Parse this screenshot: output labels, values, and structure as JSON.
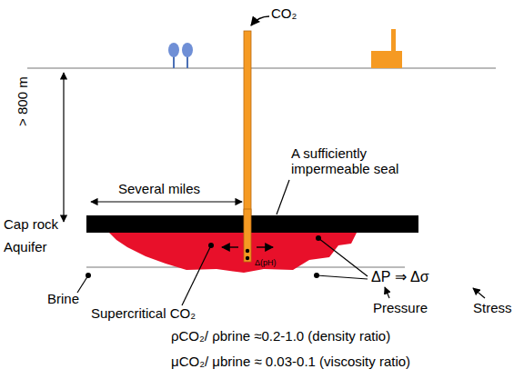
{
  "diagram": {
    "labels": [
      "CO₂",
      "> 800 m",
      "A sufficiently impermeable seal",
      "Several miles",
      "Cap rock",
      "Aquifer",
      "Brine",
      "Supercritical CO₂",
      "Δ(pH)",
      "ΔP ⇒ Δσ",
      "Pressure",
      "Stress",
      "ρCO₂/ ρbrine ≈0.2-1.0 (density ratio)",
      "μCO₂/ μbrine ≈ 0.03-0.1 (viscosity ratio)"
    ]
  }
}
